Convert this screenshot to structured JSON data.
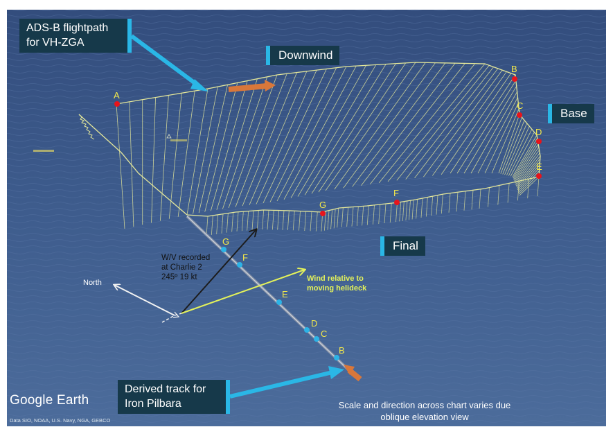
{
  "callouts": {
    "adsb_line1": "ADS-B flightpath",
    "adsb_line2": "for VH-ZGA",
    "track_line1": "Derived track for",
    "track_line2": "Iron Pilbara"
  },
  "legs": {
    "downwind": "Downwind",
    "base": "Base",
    "final": "Final"
  },
  "flight_points": [
    "A",
    "B",
    "C",
    "D",
    "E",
    "F",
    "G"
  ],
  "track_points": [
    "B",
    "C",
    "D",
    "E",
    "F",
    "G"
  ],
  "wind": {
    "recorded_line1": "W/V recorded",
    "recorded_line2": "at Charlie 2",
    "recorded_line3": "245º 19 kt",
    "relative_line1": "Wind relative to",
    "relative_line2": "moving helideck"
  },
  "north_label": "North",
  "google_earth": "Google Earth",
  "attribution": "Data SIO, NOAA, U.S. Navy, NGA, GEBCO",
  "note_line1": "Scale and direction across chart varies due",
  "note_line2": "oblique elevation view",
  "colors": {
    "callout_bg": "#16394a",
    "callout_accent": "#2ab7e6",
    "flightpath": "#e4e79a",
    "waypoint_red": "#e8141b",
    "waypoint_cyan": "#2cb3e6",
    "arrow_orange": "#d9773a",
    "wind_relative": "#e4f25a",
    "wind_recorded": "#1c1c1c",
    "north_arrow": "#f2f2f2"
  }
}
